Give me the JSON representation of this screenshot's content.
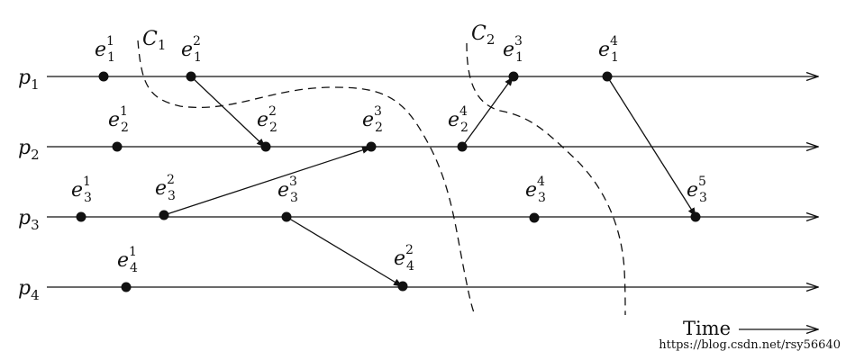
{
  "processes": [
    {
      "id": "p1",
      "letter": "p",
      "sub": "1"
    },
    {
      "id": "p2",
      "letter": "p",
      "sub": "2"
    },
    {
      "id": "p3",
      "letter": "p",
      "sub": "3"
    },
    {
      "id": "p4",
      "letter": "p",
      "sub": "4"
    }
  ],
  "events": [
    {
      "id": "e1_1",
      "letter": "e",
      "sub": "1",
      "sup": "1"
    },
    {
      "id": "e1_2",
      "letter": "e",
      "sub": "1",
      "sup": "2"
    },
    {
      "id": "e1_3",
      "letter": "e",
      "sub": "1",
      "sup": "3"
    },
    {
      "id": "e1_4",
      "letter": "e",
      "sub": "1",
      "sup": "4"
    },
    {
      "id": "e2_1",
      "letter": "e",
      "sub": "2",
      "sup": "1"
    },
    {
      "id": "e2_2",
      "letter": "e",
      "sub": "2",
      "sup": "2"
    },
    {
      "id": "e2_3",
      "letter": "e",
      "sub": "2",
      "sup": "3"
    },
    {
      "id": "e2_4",
      "letter": "e",
      "sub": "2",
      "sup": "4"
    },
    {
      "id": "e3_1",
      "letter": "e",
      "sub": "3",
      "sup": "1"
    },
    {
      "id": "e3_2",
      "letter": "e",
      "sub": "3",
      "sup": "2"
    },
    {
      "id": "e3_3",
      "letter": "e",
      "sub": "3",
      "sup": "3"
    },
    {
      "id": "e3_4",
      "letter": "e",
      "sub": "3",
      "sup": "4"
    },
    {
      "id": "e3_5",
      "letter": "e",
      "sub": "3",
      "sup": "5"
    },
    {
      "id": "e4_1",
      "letter": "e",
      "sub": "4",
      "sup": "1"
    },
    {
      "id": "e4_2",
      "letter": "e",
      "sub": "4",
      "sup": "2"
    }
  ],
  "messages": [
    {
      "from": "e1_2",
      "to": "e2_2"
    },
    {
      "from": "e3_2",
      "to": "e2_3"
    },
    {
      "from": "e3_3",
      "to": "e4_2"
    },
    {
      "from": "e2_4",
      "to": "e1_3"
    },
    {
      "from": "e1_4",
      "to": "e3_5"
    }
  ],
  "cuts": [
    {
      "id": "C1",
      "letter": "C",
      "sub": "1"
    },
    {
      "id": "C2",
      "letter": "C",
      "sub": "2"
    }
  ],
  "time_label": "Time",
  "watermark": "https://blog.csdn.net/rsy56640",
  "colors": {
    "ink": "#111111",
    "watermark": "#9a9a9a"
  }
}
